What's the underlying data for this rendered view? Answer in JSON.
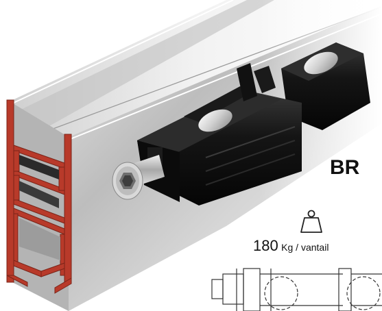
{
  "product": {
    "model_label": "BR",
    "load_value": "180",
    "load_unit": "Kg / vantail"
  },
  "icons": {
    "weight": "weight-icon"
  },
  "colors": {
    "profile_section": "#b83a2a",
    "carriage_body": "#121212",
    "aluminium": "#c9c9c9",
    "label_text": "#111111"
  }
}
